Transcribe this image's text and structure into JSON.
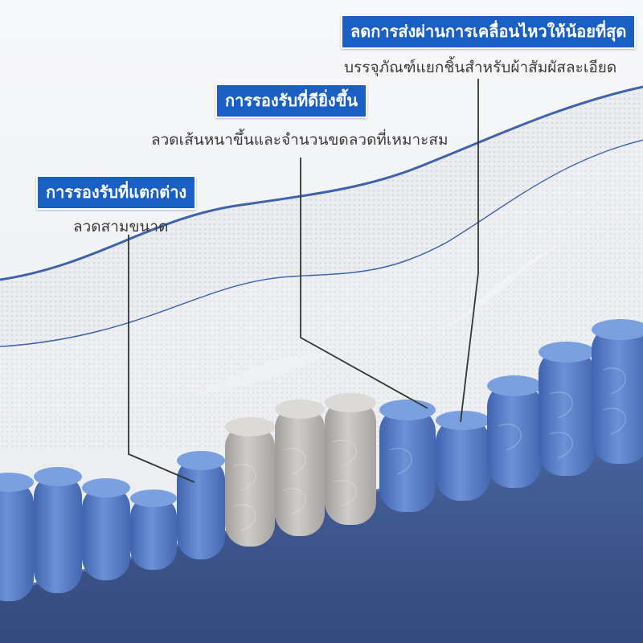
{
  "callouts": [
    {
      "badge": "การรองรับที่แตกต่าง",
      "caption": "ลวดสามขนาด"
    },
    {
      "badge": "การรองรับที่ดียิ่งขึ้น",
      "caption": "ลวดเส้นหนาขึ้นและจำนวนขดลวดที่เหมาะสม"
    },
    {
      "badge": "ลดการส่งผ่านการเคลื่อนไหวให้น้อยที่สุด",
      "caption": "บรรจุภัณฑ์แยกชิ้นสำหรับผ้าสัมผัสละเอียด"
    }
  ],
  "colors": {
    "badge_bg": "#1a5fc4",
    "spring_blue": "#5a7fc8",
    "spring_grey": "#b9b7b4",
    "mattress_base": "#3d5589",
    "mesh_edge": "#3f63ab",
    "leader_line": "#2d3a2f"
  }
}
